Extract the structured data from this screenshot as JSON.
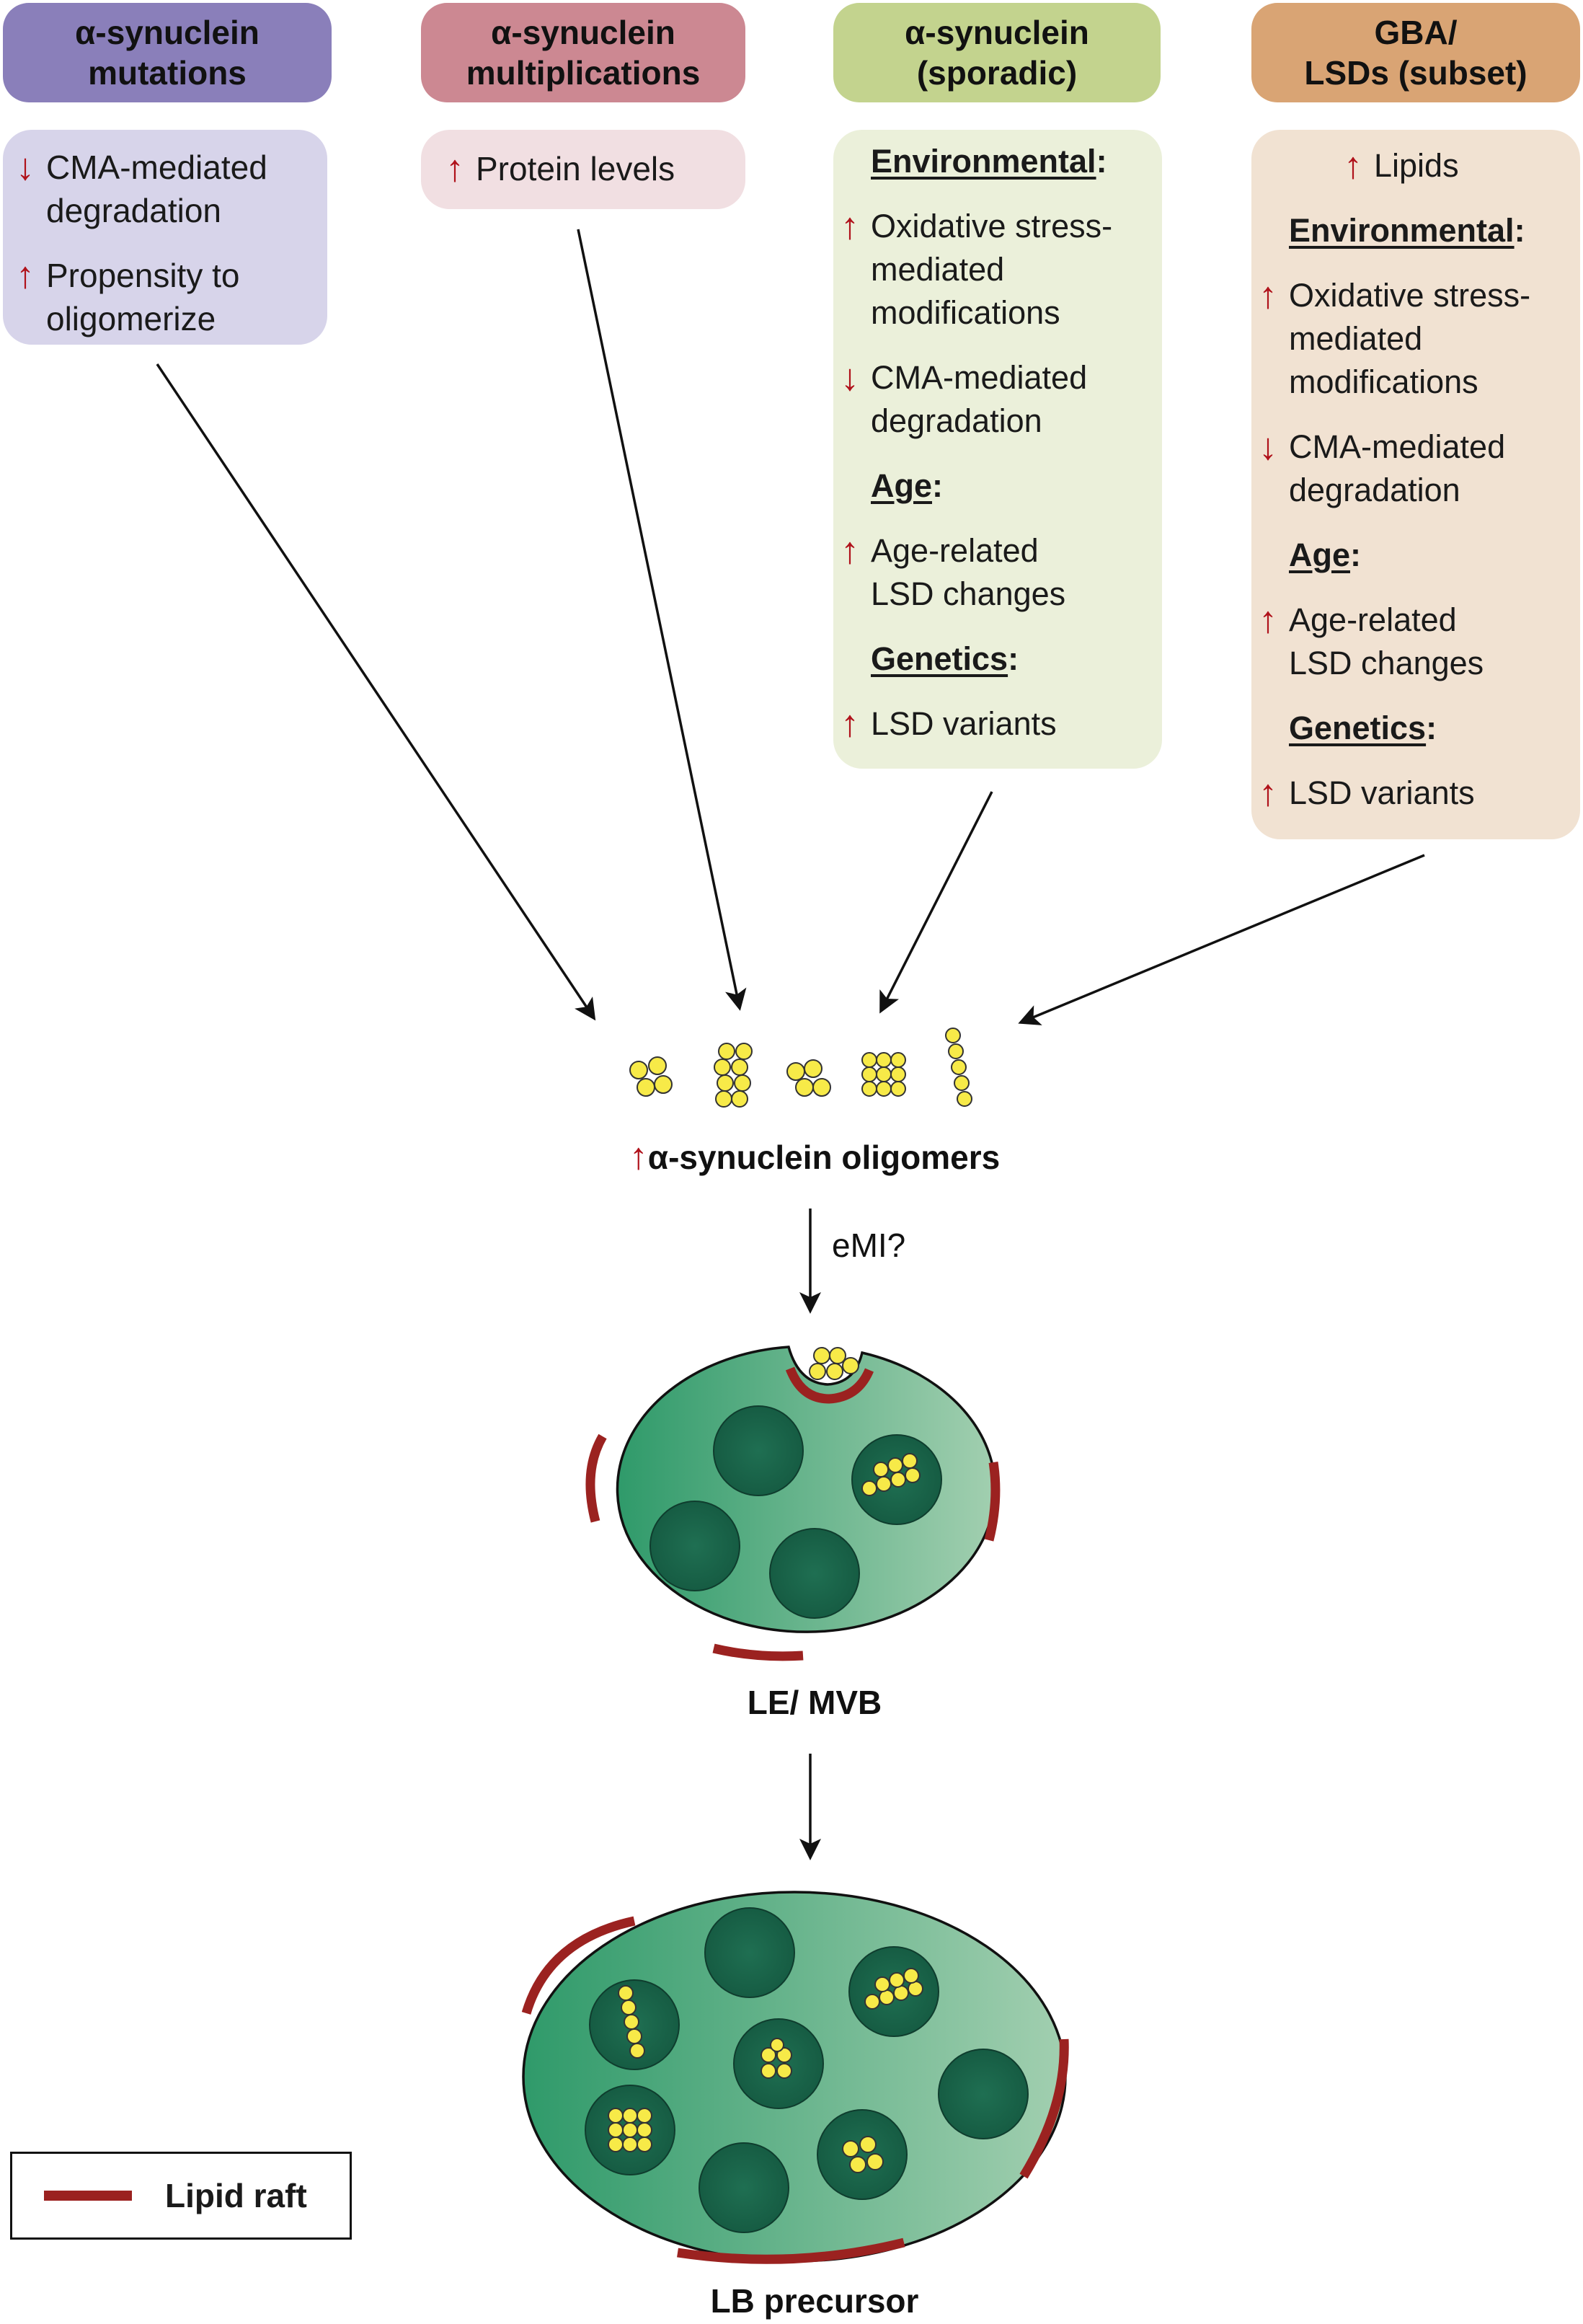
{
  "headers": [
    {
      "line1": "α-synuclein",
      "line2": "mutations",
      "color": "#8a7fba"
    },
    {
      "line1": "α-synuclein",
      "line2": "multiplications",
      "color": "#cc8892"
    },
    {
      "line1": "α-synuclein",
      "line2": "(sporadic)",
      "color": "#c3d38e"
    },
    {
      "line1": "GBA/",
      "line2": "LSDs (subset)",
      "color": "#d9a474"
    }
  ],
  "panels": {
    "mutations": {
      "color": "#d7d4ea",
      "items": [
        {
          "arrow": "↓",
          "text": "CMA-mediated\ndegradation"
        },
        {
          "arrow": "↑",
          "text": "Propensity to\noligomerize"
        }
      ]
    },
    "multiplications": {
      "color": "#f1dfe2",
      "items": [
        {
          "arrow": "↑",
          "text": "Protein levels"
        }
      ]
    },
    "sporadic": {
      "color": "#ebf0da",
      "environmental_title": "Environmental",
      "environmental": [
        {
          "arrow": "↑",
          "text": "Oxidative stress-\nmediated\nmodifications"
        },
        {
          "arrow": "↓",
          "text": "CMA-mediated\ndegradation"
        }
      ],
      "age_title": "Age",
      "age": [
        {
          "arrow": "↑",
          "text": "Age-related\nLSD changes"
        }
      ],
      "genetics_title": "Genetics",
      "genetics": [
        {
          "arrow": "↑",
          "text": "LSD variants"
        }
      ]
    },
    "gba": {
      "color": "#f1e2d2",
      "lipids": {
        "arrow": "↑",
        "text": "Lipids"
      },
      "environmental_title": "Environmental",
      "environmental": [
        {
          "arrow": "↑",
          "text": "Oxidative stress-\nmediated\nmodifications"
        },
        {
          "arrow": "↓",
          "text": "CMA-mediated\ndegradation"
        }
      ],
      "age_title": "Age",
      "age": [
        {
          "arrow": "↑",
          "text": "Age-related\nLSD changes"
        }
      ],
      "genetics_title": "Genetics",
      "genetics": [
        {
          "arrow": "↑",
          "text": "LSD variants"
        }
      ]
    }
  },
  "oligomers": {
    "arrow": "↑",
    "label": "α-synuclein oligomers"
  },
  "emi_label": "eMI?",
  "le_mvb_label": "LE/ MVB",
  "lb_label": "LB precursor",
  "legend": {
    "label": "Lipid raft",
    "color": "#9b2220"
  },
  "colors": {
    "arrow_red": "#b0121b",
    "green_dark": "#2f9a6a",
    "green_light": "#9ccaa9",
    "vesicle": "#1b6b4f",
    "monomer": "#f7ea48"
  }
}
